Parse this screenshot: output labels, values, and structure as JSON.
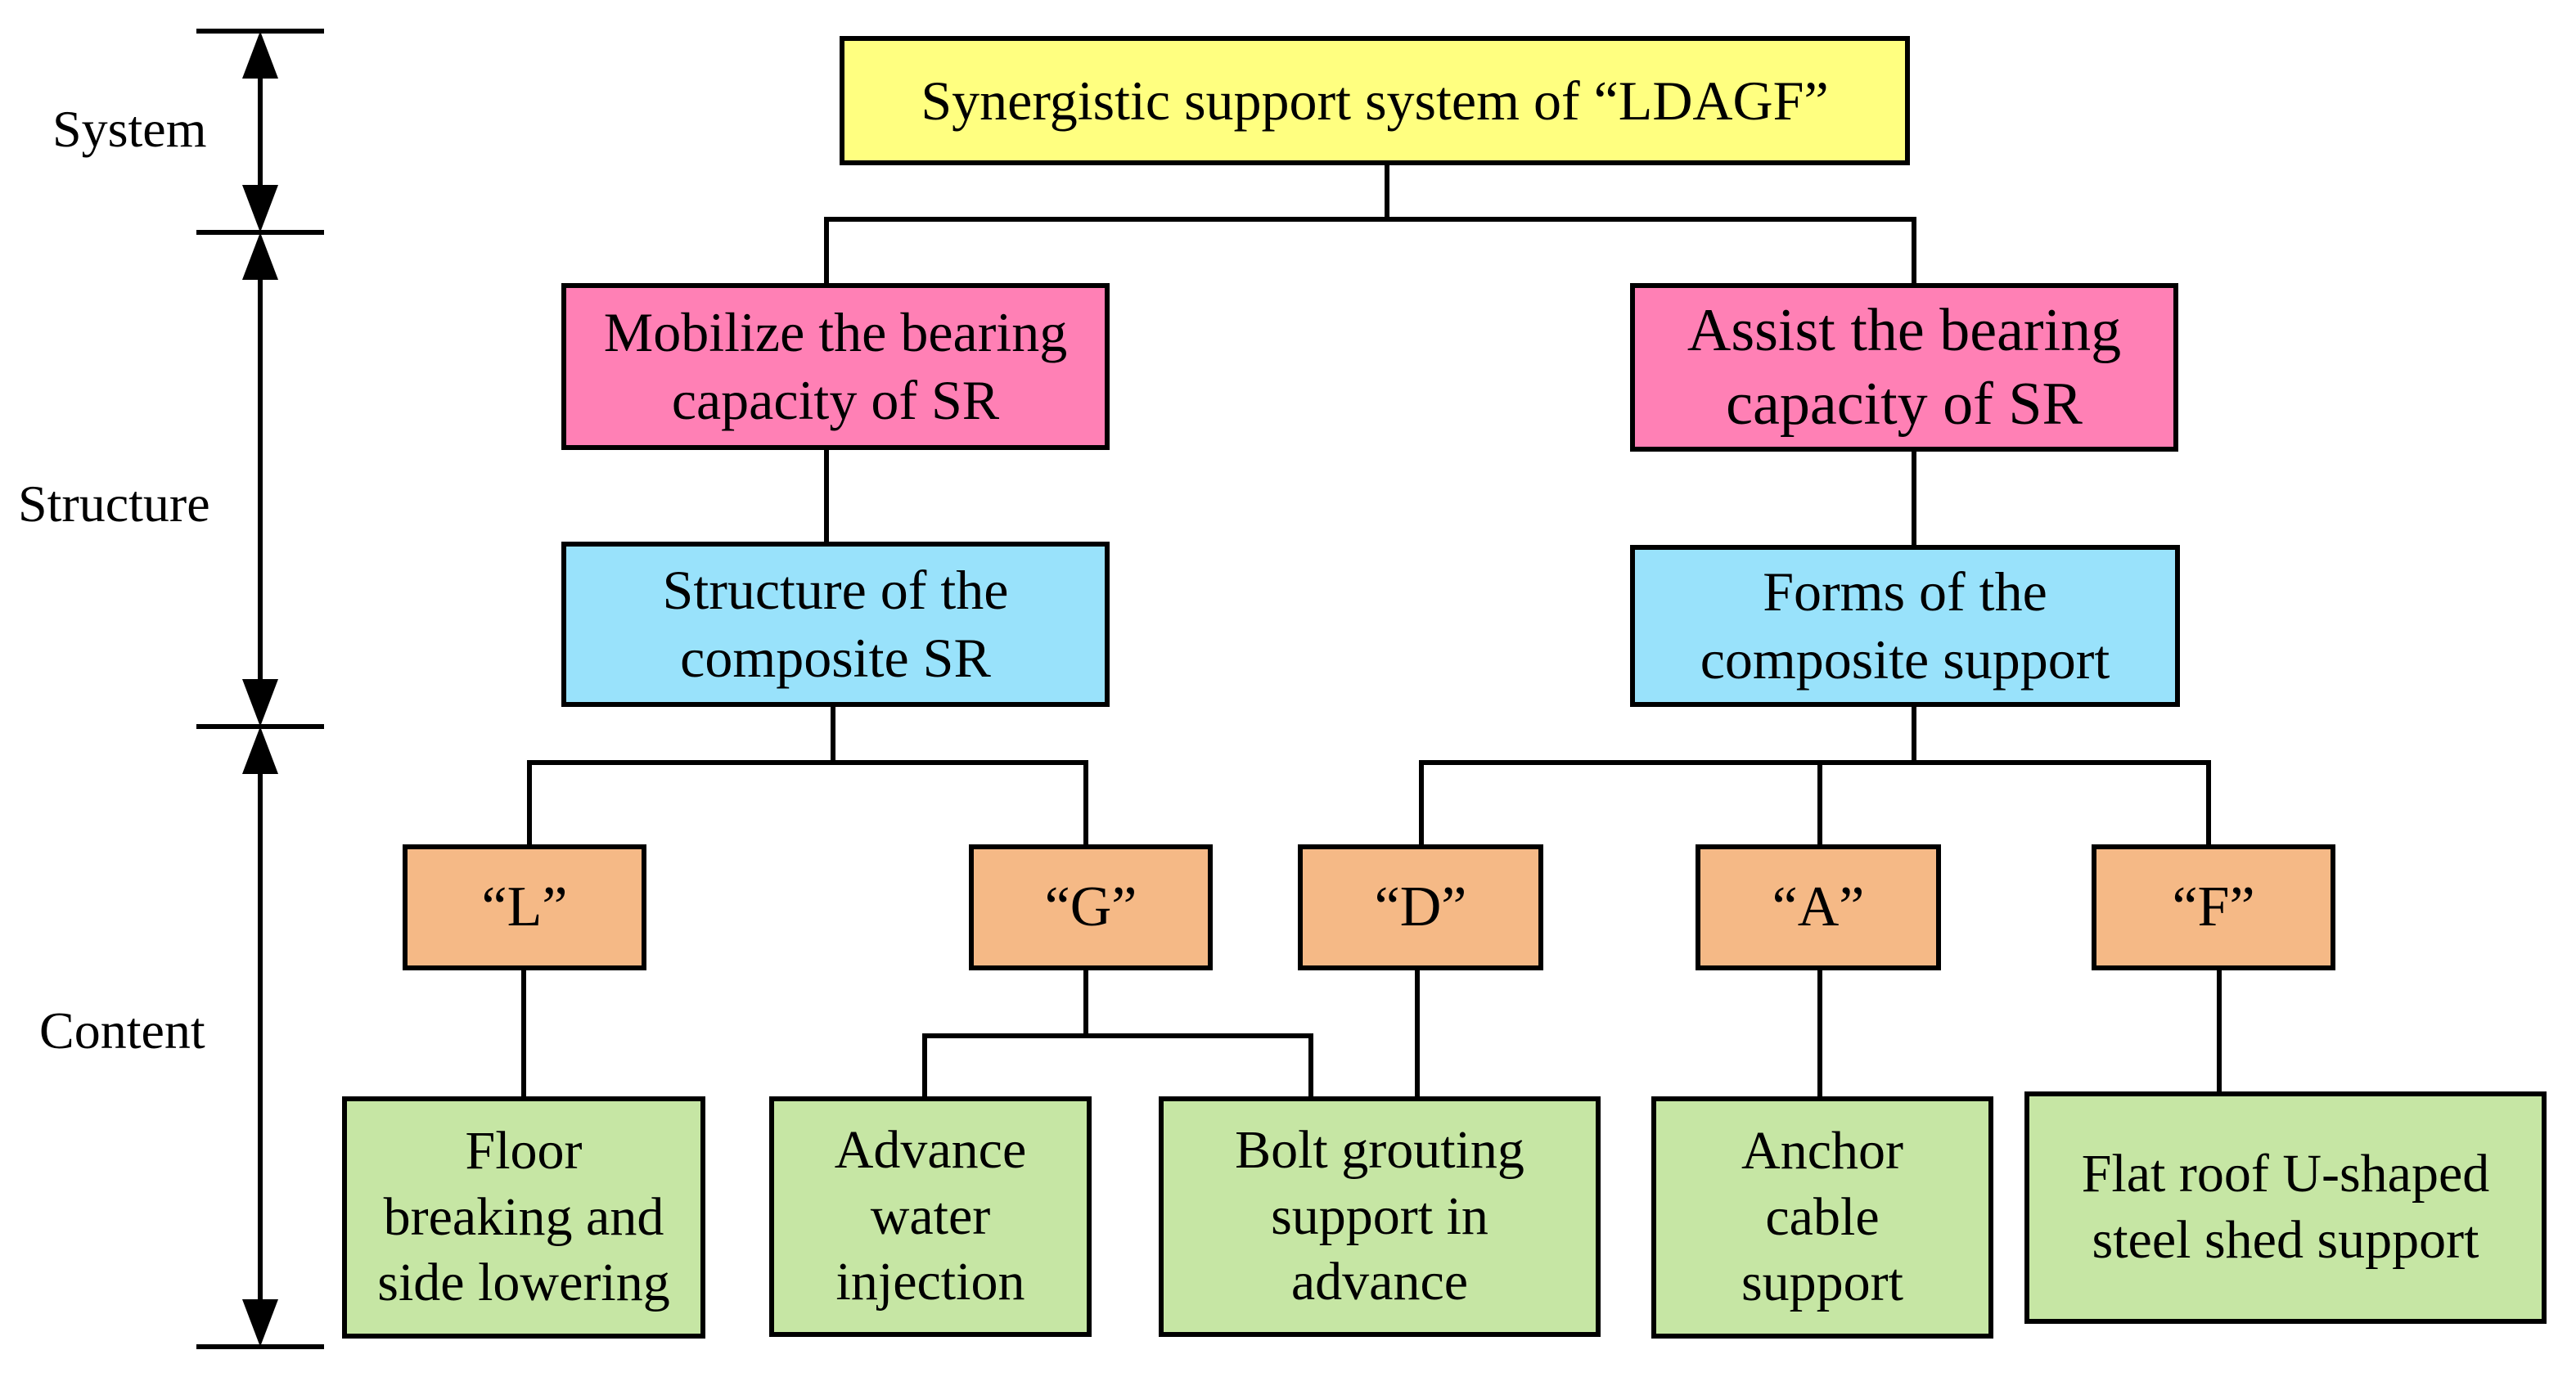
{
  "colors": {
    "system": "#FFFF80",
    "structure_top": "#FF80B5",
    "structure_bottom": "#99E2FB",
    "letter": "#F5B986",
    "content": "#C6E6A4",
    "line": "#000000"
  },
  "side_labels": {
    "system": "System",
    "structure": "Structure",
    "content": "Content"
  },
  "nodes": {
    "root": "Synergistic support system of “LDAGF”",
    "mobilize": "Mobilize the bearing\ncapacity of SR",
    "assist": "Assist the bearing\ncapacity of SR",
    "composite_sr": "Structure of the\ncomposite SR",
    "composite_support": "Forms of the\ncomposite support",
    "L": "“L”",
    "G": "“G”",
    "D": "“D”",
    "A": "“A”",
    "F": "“F”",
    "floor": "Floor\nbreaking and\nside lowering",
    "water": "Advance\nwater\ninjection",
    "bolt": "Bolt grouting\nsupport in\nadvance",
    "anchor": "Anchor\ncable\nsupport",
    "flatroof": "Flat roof U-shaped\nsteel shed support"
  }
}
